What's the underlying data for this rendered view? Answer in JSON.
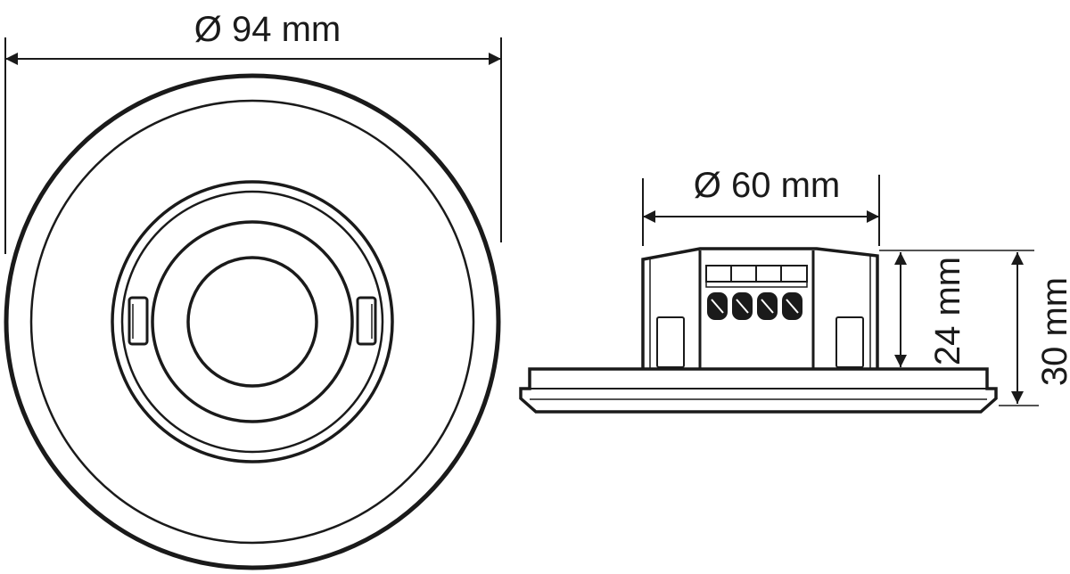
{
  "dimensions": {
    "top_diameter": "Ø 94 mm",
    "mount_diameter": "Ø 60 mm",
    "body_height": "24 mm",
    "total_height": "30 mm"
  },
  "colors": {
    "line": "#1a1a1a",
    "background": "#ffffff"
  }
}
